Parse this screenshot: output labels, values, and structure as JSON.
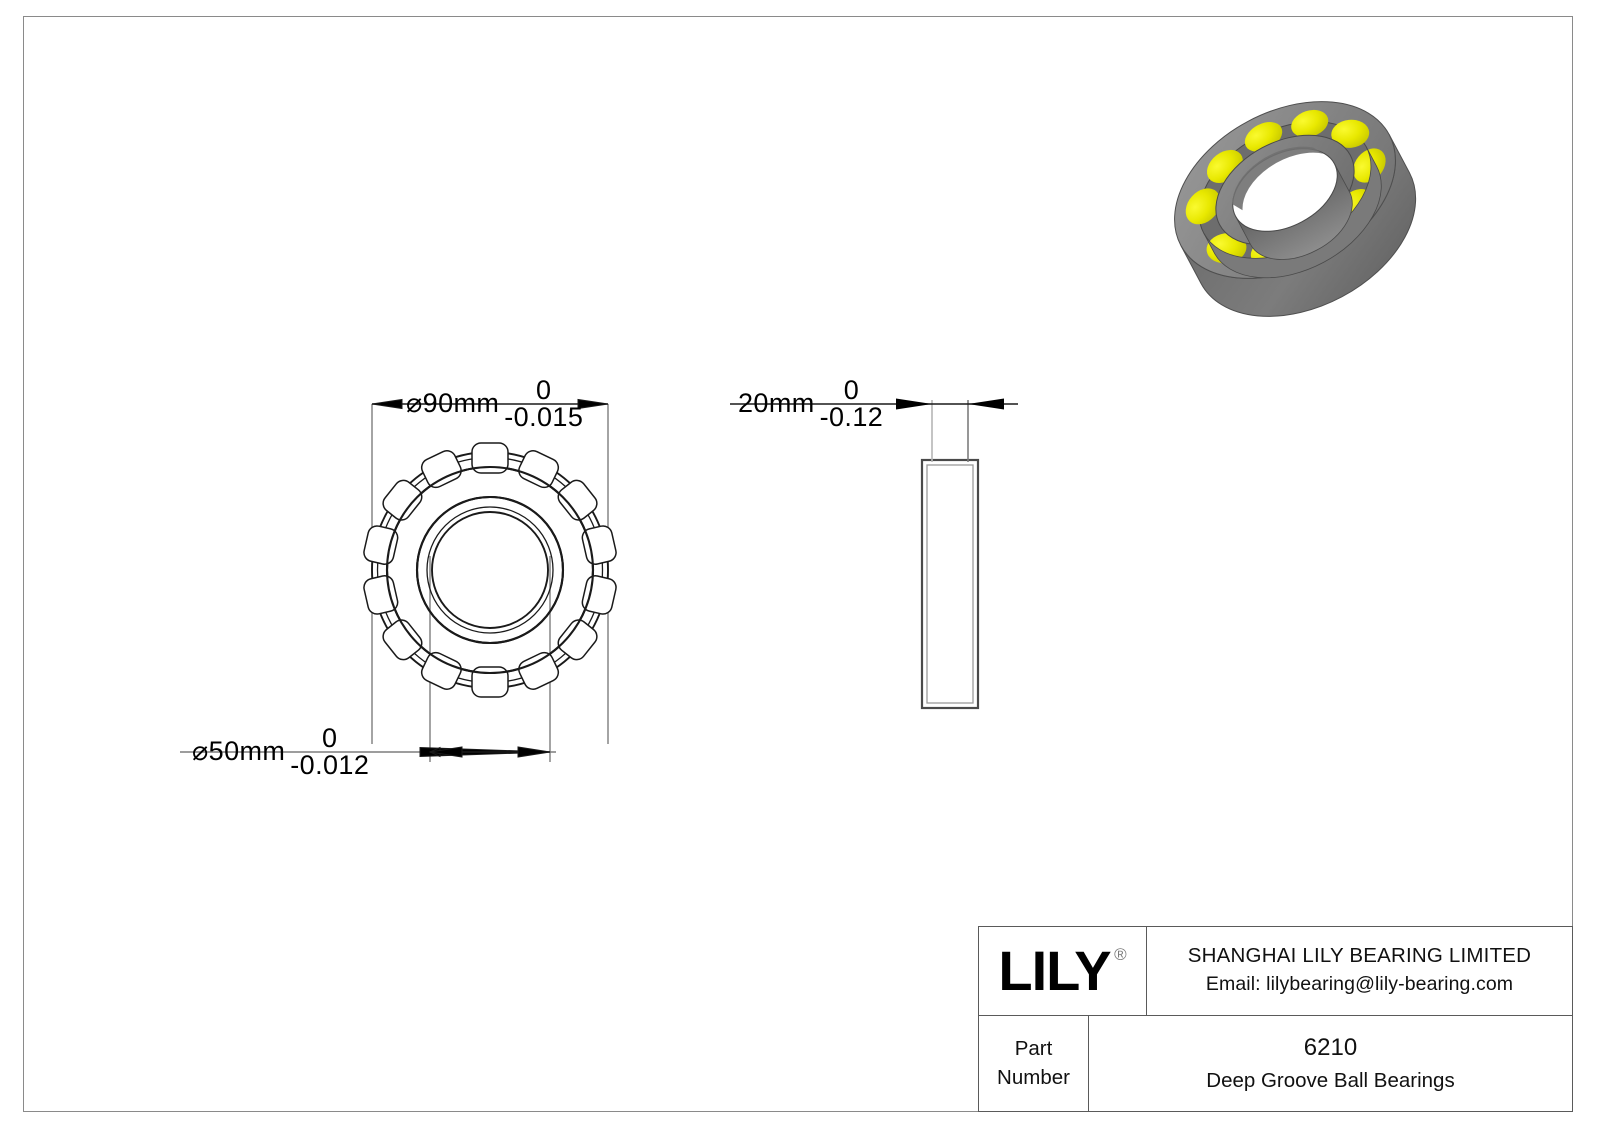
{
  "drawing": {
    "type": "engineering-drawing",
    "subject": "Deep groove ball bearing",
    "views": {
      "isometric": {
        "name": "isometric-3d-view",
        "body_color": "#808080",
        "ball_color": "#e6e600"
      },
      "front": {
        "name": "front-section-view",
        "ball_count": 14
      },
      "side": {
        "name": "side-profile-view"
      }
    },
    "dimensions": {
      "outer_diameter": {
        "symbol": "⌀",
        "value": "90mm",
        "tolerance_upper": "0",
        "tolerance_lower": "-0.015"
      },
      "inner_diameter": {
        "symbol": "⌀",
        "value": "50mm",
        "tolerance_upper": "0",
        "tolerance_lower": "-0.012"
      },
      "width": {
        "symbol": "",
        "value": "20mm",
        "tolerance_upper": "0",
        "tolerance_lower": "-0.12"
      }
    }
  },
  "title_block": {
    "logo_text": "LILY",
    "logo_registered_mark": "®",
    "company_name": "SHANGHAI LILY BEARING LIMITED",
    "company_email": "Email: lilybearing@lily-bearing.com",
    "part_label_line1": "Part",
    "part_label_line2": "Number",
    "part_number": "6210",
    "part_description": "Deep Groove Ball Bearings"
  }
}
